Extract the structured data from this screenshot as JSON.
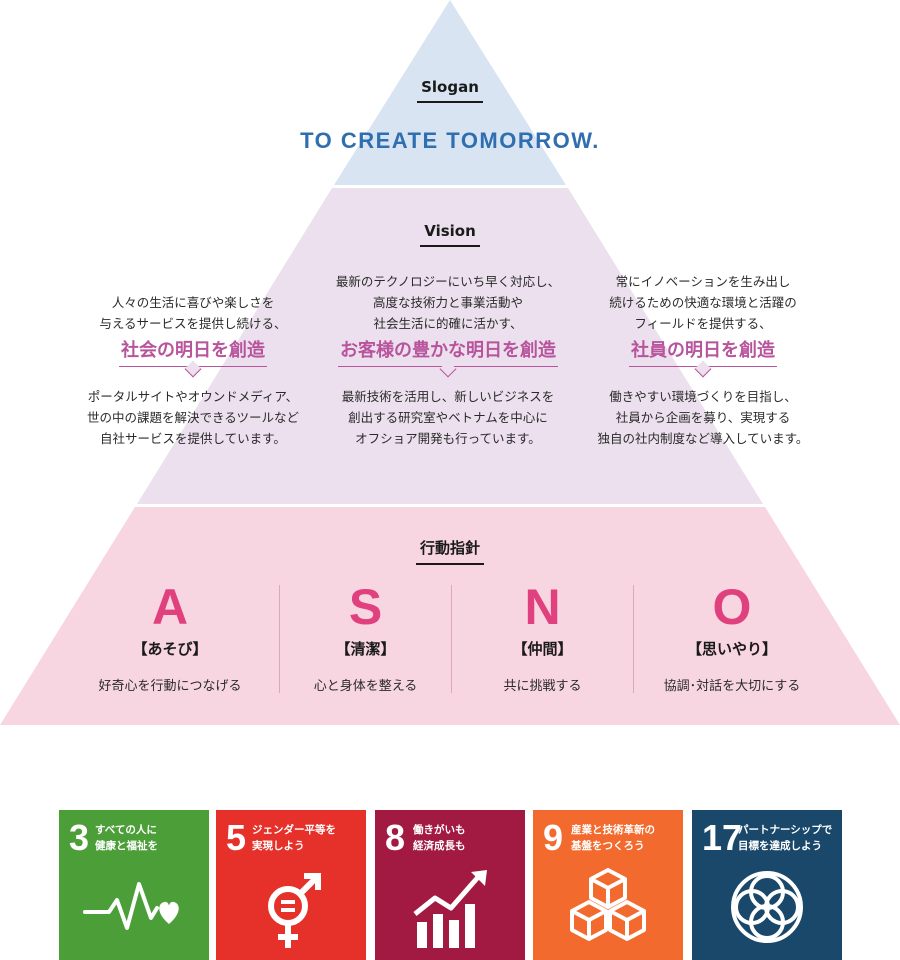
{
  "colors": {
    "slogan_band": "#d9e4f2",
    "vision_band": "#ece0ee",
    "principles_band": "#f7d5e1",
    "slogan_text": "#2f6fb0",
    "vision_accent": "#b8549c",
    "principle_letter": "#e0417e"
  },
  "slogan": {
    "label": "Slogan",
    "text": "TO CREATE TOMORROW."
  },
  "vision": {
    "label": "Vision",
    "columns": [
      {
        "intro": [
          "人々の生活に喜びや楽しさを",
          "与えるサービスを提供し続ける、"
        ],
        "title": "社会の明日を創造",
        "desc": [
          "ポータルサイトやオウンドメディア、",
          "世の中の課題を解決できるツールなど",
          "自社サービスを提供しています。"
        ]
      },
      {
        "intro": [
          "最新のテクノロジーにいち早く対応し、",
          "高度な技術力と事業活動や",
          "社会生活に的確に活かす、"
        ],
        "title": "お客様の豊かな明日を創造",
        "desc": [
          "最新技術を活用し、新しいビジネスを",
          "創出する研究室やベトナムを中心に",
          "オフショア開発も行っています。"
        ]
      },
      {
        "intro": [
          "常にイノベーションを生み出し",
          "続けるための快適な環境と活躍の",
          "フィールドを提供する、"
        ],
        "title": "社員の明日を創造",
        "desc": [
          "働きやすい環境づくりを目指し、",
          "社員から企画を募り、実現する",
          "独自の社内制度など導入しています。"
        ]
      }
    ]
  },
  "principles": {
    "label": "行動指針",
    "items": [
      {
        "letter": "A",
        "kanji": "【あそび】",
        "desc": "好奇心を行動につなげる"
      },
      {
        "letter": "S",
        "kanji": "【清潔】",
        "desc": "心と身体を整える"
      },
      {
        "letter": "N",
        "kanji": "【仲間】",
        "desc": "共に挑戦する"
      },
      {
        "letter": "O",
        "kanji": "【思いやり】",
        "desc": "協調･対話を大切にする"
      }
    ]
  },
  "sdgs": [
    {
      "number": "3",
      "title": [
        "すべての人に",
        "健康と福祉を"
      ],
      "icon": "heartbeat-icon",
      "color": "#4c9f38"
    },
    {
      "number": "5",
      "title": [
        "ジェンダー平等を",
        "実現しよう"
      ],
      "icon": "gender-equality-icon",
      "color": "#e5312a"
    },
    {
      "number": "8",
      "title": [
        "働きがいも",
        "経済成長も"
      ],
      "icon": "growth-chart-icon",
      "color": "#a21942"
    },
    {
      "number": "9",
      "title": [
        "産業と技術革新の",
        "基盤をつくろう"
      ],
      "icon": "cubes-icon",
      "color": "#f26a2d"
    },
    {
      "number": "17",
      "title": [
        "パートナーシップで",
        "目標を達成しよう"
      ],
      "icon": "partnership-rings-icon",
      "color": "#19486a"
    }
  ]
}
